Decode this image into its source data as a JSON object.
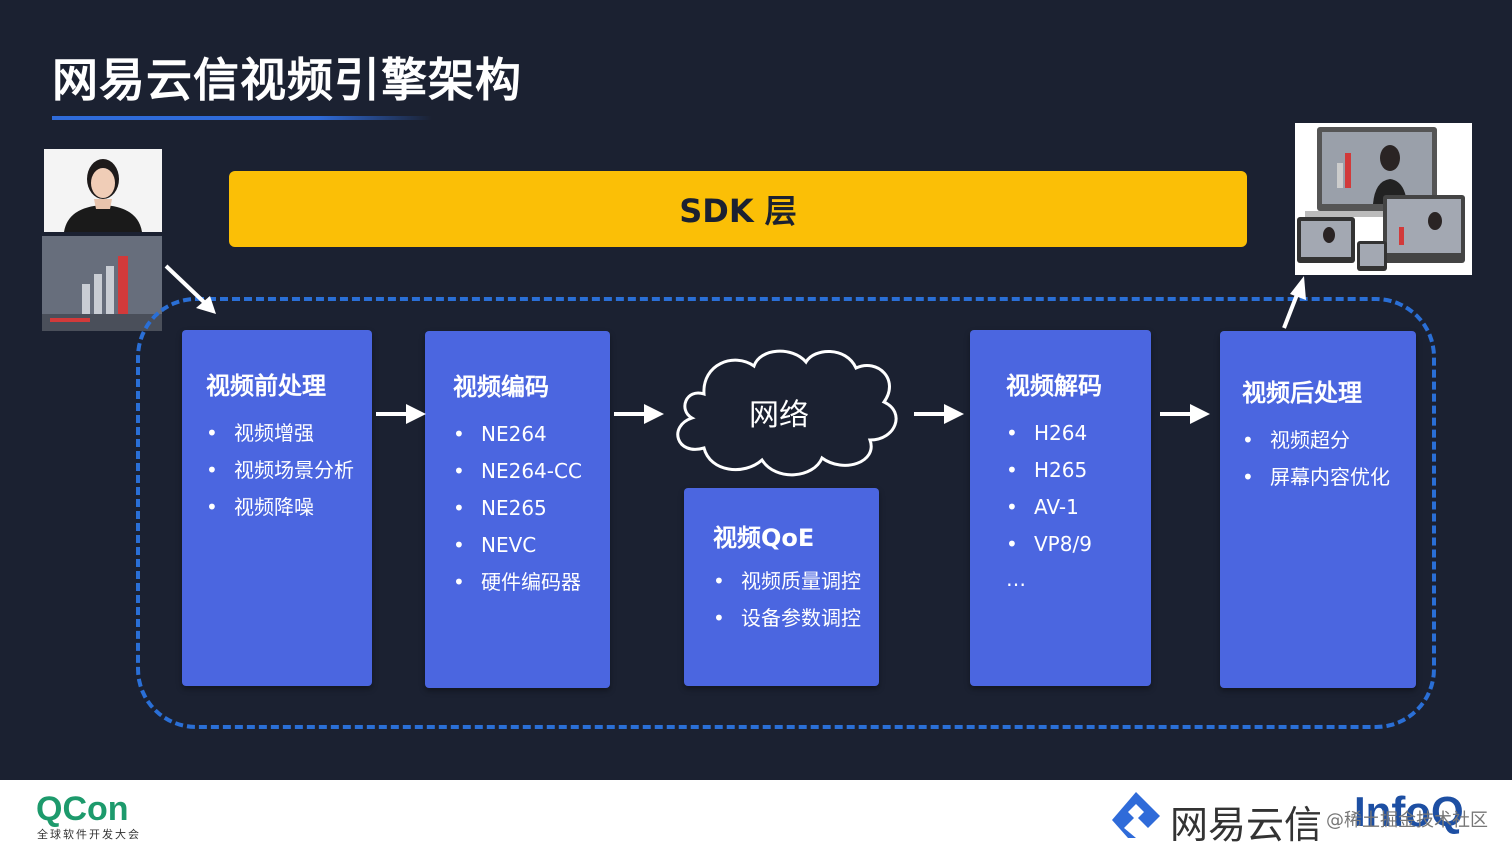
{
  "title": "网易云信视频引擎架构",
  "sdk_label": "SDK 层",
  "cloud_label": "网络",
  "boxes": [
    {
      "title": "视频前处理",
      "items": [
        "视频增强",
        "视频场景分析",
        "视频降噪"
      ]
    },
    {
      "title": "视频编码",
      "items": [
        "NE264",
        "NE264-CC",
        "NE265",
        "NEVC",
        "硬件编码器"
      ]
    },
    {
      "title": "视频QoE",
      "items": [
        "视频质量调控",
        "设备参数调控"
      ]
    },
    {
      "title": "视频解码",
      "items": [
        "H264",
        "H265",
        "AV-1",
        "VP8/9"
      ],
      "ellipsis": "…"
    },
    {
      "title": "视频后处理",
      "items": [
        "视频超分",
        "屏幕内容优化"
      ]
    }
  ],
  "bullet": "•",
  "footer": {
    "qcon_logo": "QCon",
    "qcon_sub": "全球软件开发大会",
    "netease_text": "网易云信",
    "infoq_logo": "InfoQ",
    "watermark": "@稀土掘金技术社区"
  },
  "colors": {
    "background": "#1b2131",
    "sdk_bar": "#fbbf06",
    "box": "#4b66e0",
    "dashed_frame": "#2a6fd6",
    "qcon_green": "#1d9a6c",
    "infoq_blue": "#1d4fa3"
  }
}
